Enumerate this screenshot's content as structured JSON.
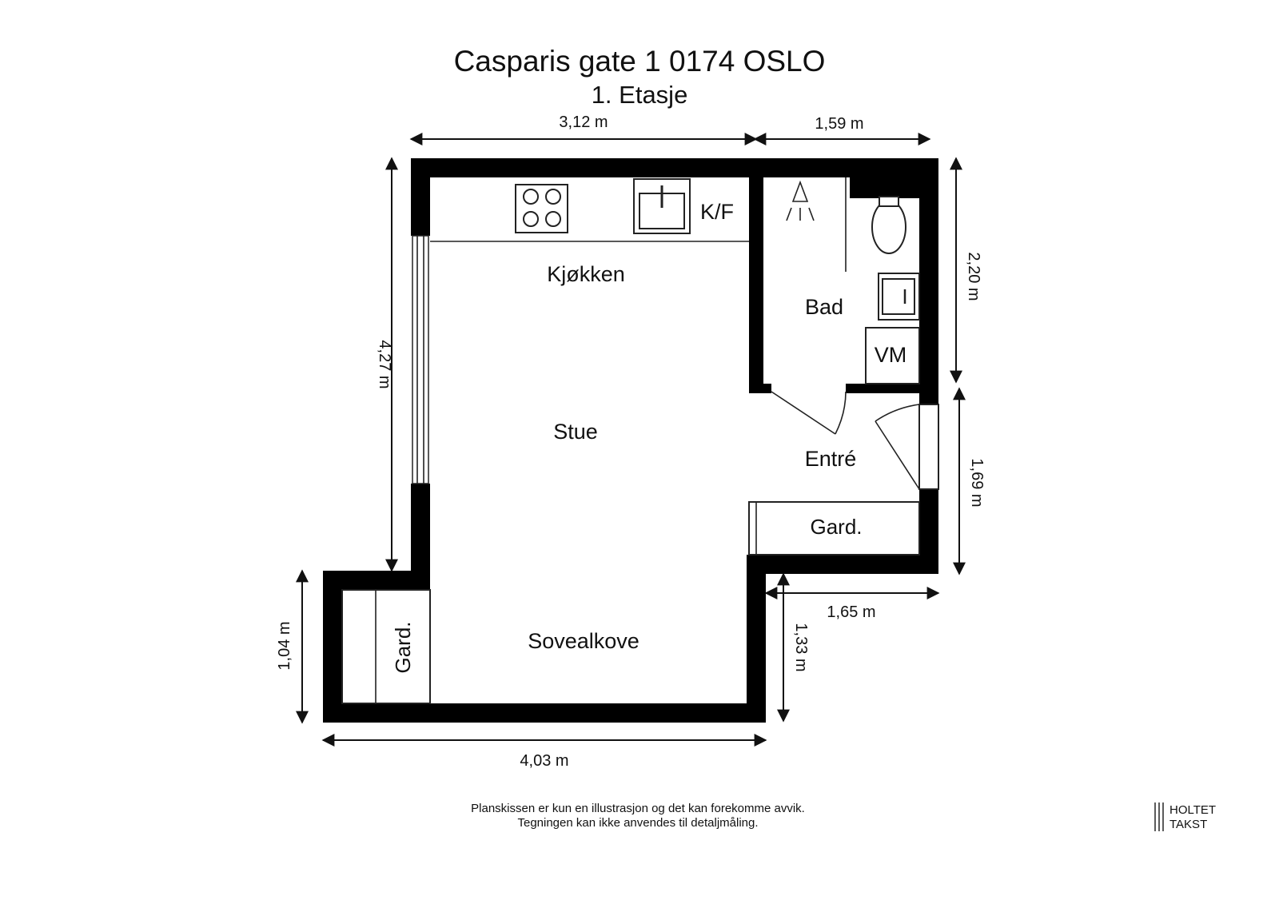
{
  "header": {
    "title": "Casparis gate 1 0174 OSLO",
    "subtitle": "1. Etasje"
  },
  "rooms": {
    "kitchen": "Kjøkken",
    "fridge": "K/F",
    "living": "Stue",
    "bath": "Bad",
    "washer": "VM",
    "entry": "Entré",
    "wardrobe_entry": "Gard.",
    "wardrobe_alcove": "Gard.",
    "alcove": "Sovealkove"
  },
  "dimensions": {
    "top_left": "3,12 m",
    "top_right": "1,59 m",
    "left": "4,27 m",
    "right_top": "2,20 m",
    "right_bottom": "1,69 m",
    "mid_horizontal": "1,65 m",
    "mid_vertical": "1,33 m",
    "alcove_left": "1,04 m",
    "bottom": "4,03 m"
  },
  "footer": {
    "disclaimer_line1": "Planskissen er kun en illustrasjon og det kan forekomme avvik.",
    "disclaimer_line2": "Tegningen kan ikke anvendes til detaljmåling.",
    "logo_line1": "HOLTET",
    "logo_line2": "TAKST"
  },
  "colors": {
    "wall": "#000000",
    "background": "#ffffff"
  }
}
